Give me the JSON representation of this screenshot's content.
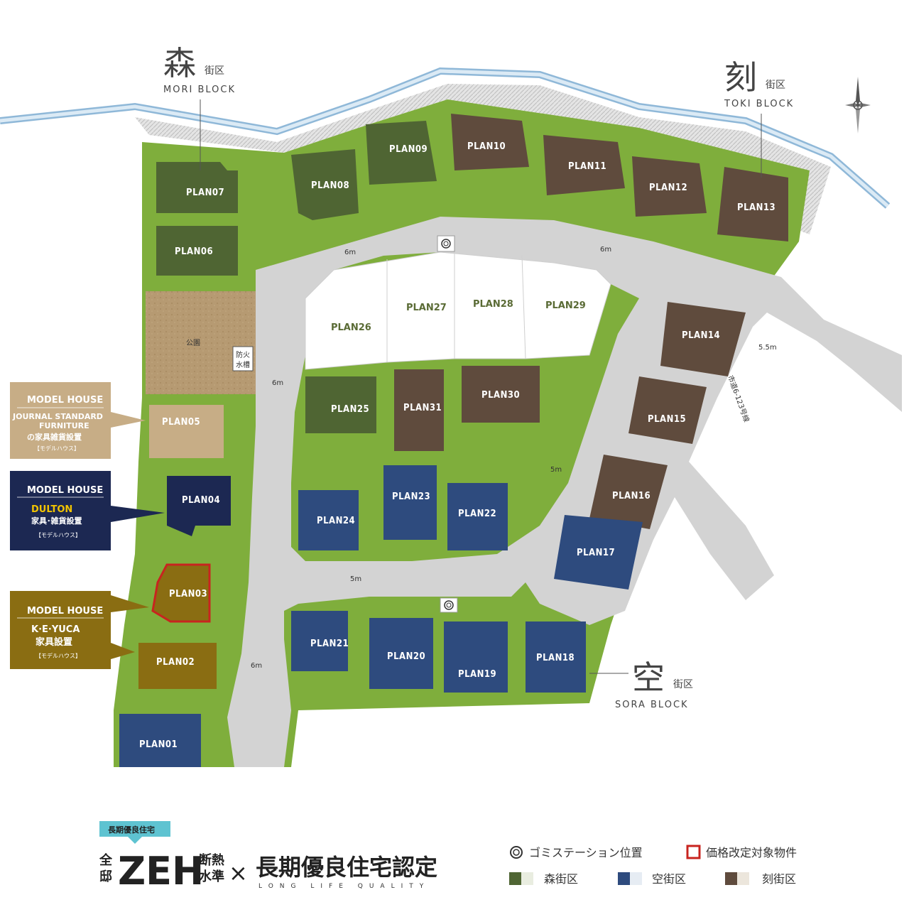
{
  "blocks": {
    "mori": {
      "kanji": "森",
      "sub": "街区",
      "en": "MORI BLOCK"
    },
    "toki": {
      "kanji": "刻",
      "sub": "街区",
      "en": "TOKI BLOCK"
    },
    "sora": {
      "kanji": "空",
      "sub": "街区",
      "en": "SORA BLOCK"
    }
  },
  "roads": {
    "r1": "6m",
    "r2": "6m",
    "r3": "6m",
    "r4": "6m",
    "r5": "5m",
    "r6": "5m",
    "r7": "5.5m",
    "city_road": "市道6-123号線",
    "waterway": "水路"
  },
  "park": {
    "label": "公園",
    "tank_line1": "防火",
    "tank_line2": "水槽"
  },
  "plans": {
    "p01": "PLAN01",
    "p02": "PLAN02",
    "p03": "PLAN03",
    "p04": "PLAN04",
    "p05": "PLAN05",
    "p06": "PLAN06",
    "p07": "PLAN07",
    "p08": "PLAN08",
    "p09": "PLAN09",
    "p10": "PLAN10",
    "p11": "PLAN11",
    "p12": "PLAN12",
    "p13": "PLAN13",
    "p14": "PLAN14",
    "p15": "PLAN15",
    "p16": "PLAN16",
    "p17": "PLAN17",
    "p18": "PLAN18",
    "p19": "PLAN19",
    "p20": "PLAN20",
    "p21": "PLAN21",
    "p22": "PLAN22",
    "p23": "PLAN23",
    "p24": "PLAN24",
    "p25": "PLAN25",
    "p26": "PLAN26",
    "p27": "PLAN27",
    "p28": "PLAN28",
    "p29": "PLAN29",
    "p30": "PLAN30",
    "p31": "PLAN31"
  },
  "callouts": {
    "c1": {
      "title": "MODEL HOUSE",
      "line1": "JOURNAL STANDARD",
      "line2": "FURNITURE",
      "line3": "の家具雑貨設置",
      "line4": "【モデルハウス】",
      "color": "#c7ad86"
    },
    "c2": {
      "title": "MODEL HOUSE",
      "line1": "DULTON",
      "line2": "家具･雑貨設置",
      "line3": "【モデルハウス】",
      "color": "#1c2852"
    },
    "c3": {
      "title": "MODEL HOUSE",
      "line1": "K·E·YUCA",
      "line2": "家具設置",
      "line3": "【モデルハウス】",
      "color": "#8a6d12"
    }
  },
  "badge": {
    "tag": "長期優良住宅",
    "all1": "全",
    "all2": "邸",
    "zeh": "ZEH",
    "dan1": "断熱",
    "dan2": "水準",
    "times": "×",
    "cert": "長期優良住宅認定",
    "en": "LONG LIFE QUALITY"
  },
  "legend": {
    "garbage": "ゴミステーション位置",
    "price": "価格改定対象物件",
    "mori": "森街区",
    "sora": "空街区",
    "toki": "刻街区"
  },
  "colors": {
    "mori": "#4f6533",
    "sora": "#2e4b7e",
    "toki": "#5f4b3d",
    "model_gold": "#8a6d12",
    "model_tan": "#c7ad86",
    "model_navy": "#1c2852",
    "lawn": "#7fae3c",
    "road": "#d3d3d3",
    "price_red": "#c8241f"
  }
}
